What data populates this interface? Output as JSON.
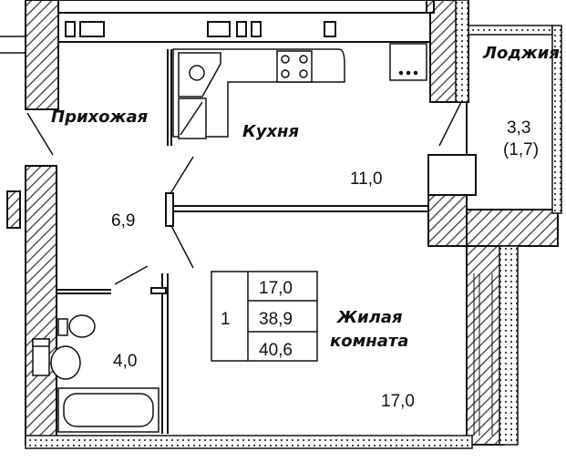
{
  "rooms": {
    "hallway": {
      "name": "Прихожая",
      "area": "6,9"
    },
    "kitchen": {
      "name": "Кухня",
      "area": "11,0"
    },
    "loggia": {
      "name": "Лоджия",
      "area": "3,3",
      "area_reduced": "(1,7)"
    },
    "bathroom": {
      "area": "4,0"
    },
    "living": {
      "name_line1": "Жилая",
      "name_line2": "комната",
      "area": "17,0"
    }
  },
  "legend": {
    "rooms_count": "1",
    "living_area": "17,0",
    "total_area": "38,9",
    "total_with_loggia": "40,6"
  },
  "colors": {
    "wall_fill": "#8a8a8a",
    "line": "#111111"
  }
}
